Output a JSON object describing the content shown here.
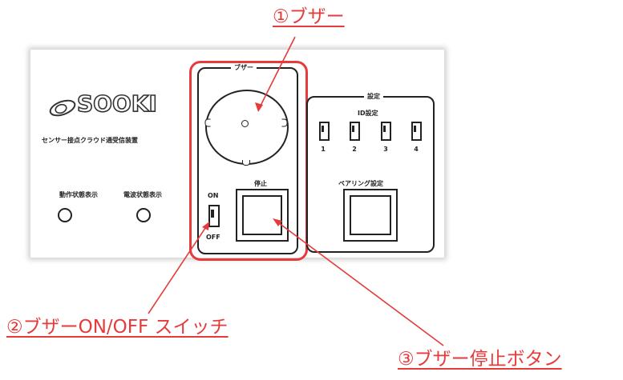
{
  "callouts": {
    "buzzer": "①ブザー",
    "switch": "②ブザーON/OFF スイッチ",
    "stop_button": "③ブザー停止ボタン"
  },
  "panel": {
    "logo_text": "SOOKI",
    "device_name": "センサー接点クラウド通受信装置",
    "status_labels": {
      "operation": "動作状態表示",
      "radio": "電波状態表示"
    },
    "buzzer_group": {
      "title": "ブザー",
      "switch_on": "ON",
      "switch_off": "OFF",
      "stop_label": "停止"
    },
    "settings_group": {
      "title": "設定",
      "id_label": "ID設定",
      "dip_numbers": [
        "1",
        "2",
        "3",
        "4"
      ],
      "pairing_label": "ペアリング設定"
    }
  },
  "colors": {
    "accent_red": "#e63b3b",
    "ink": "#222222"
  },
  "icons": {
    "logo": "sooki-logo-icon",
    "lamp": "indicator-lamp-icon",
    "buzzer": "buzzer-icon",
    "switch": "toggle-switch-icon",
    "dip": "dip-switch-icon"
  }
}
